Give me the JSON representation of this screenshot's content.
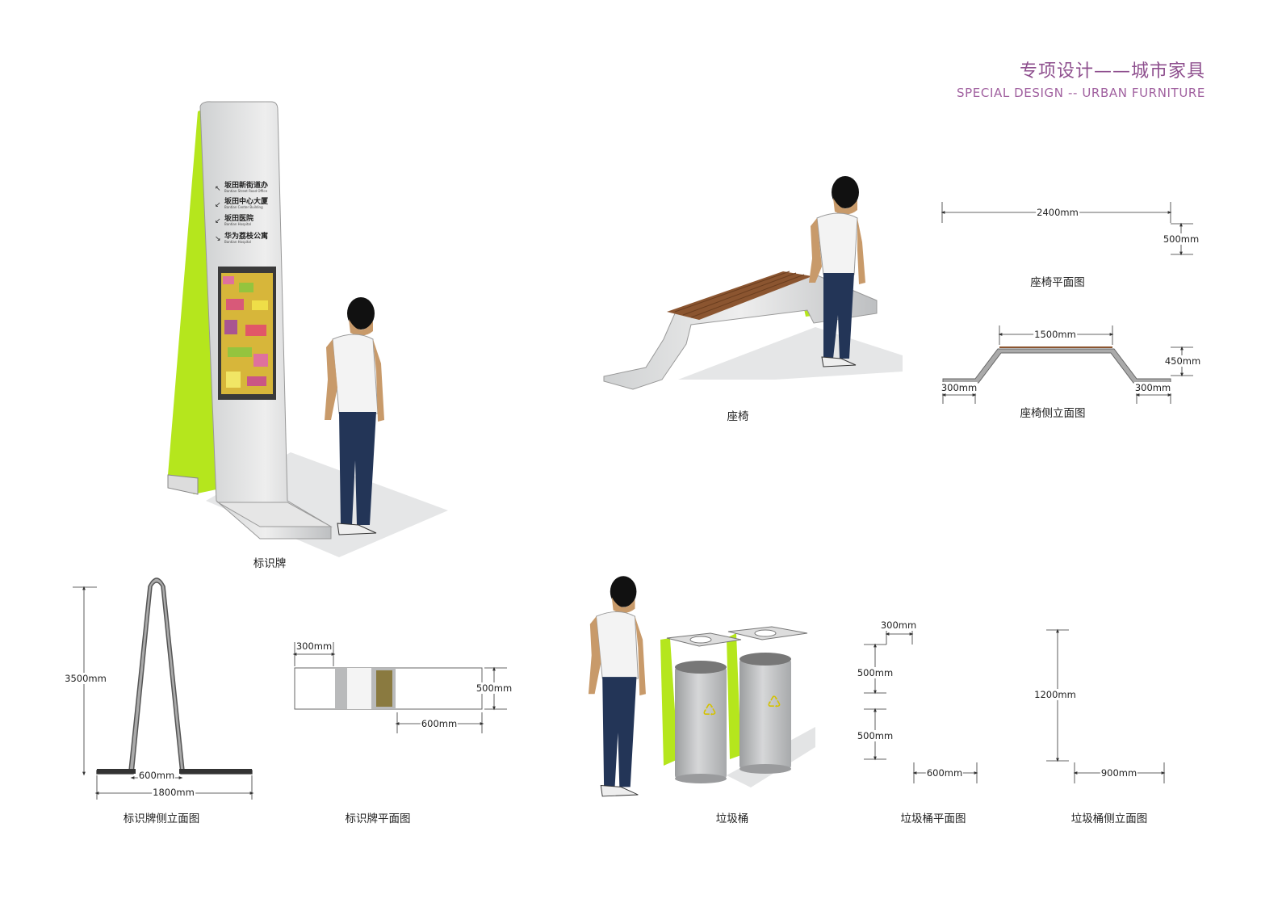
{
  "header": {
    "title_cn": "专项设计——城市家具",
    "title_en": "SPECIAL DESIGN -- URBAN FURNITURE"
  },
  "sign": {
    "caption": "标识牌",
    "panel_items": [
      {
        "cn": "坂田新街道办",
        "en": "Bantian Street Road Office"
      },
      {
        "cn": "坂田中心大厦",
        "en": "Bantian Center Building"
      },
      {
        "cn": "坂田医院",
        "en": "Bantian Hospital"
      },
      {
        "cn": "华为荔枝公寓",
        "en": "Bantian Hospital"
      }
    ]
  },
  "sign_side": {
    "caption": "标识牌侧立面图",
    "dims": {
      "height": "3500mm",
      "top_width": "600mm",
      "base_width": "1800mm"
    }
  },
  "sign_plan": {
    "caption": "标识牌平面图",
    "dims": {
      "edge": "300mm",
      "depth": "500mm",
      "length": "600mm"
    }
  },
  "bench": {
    "caption": "座椅"
  },
  "bench_plan": {
    "caption": "座椅平面图",
    "dims": {
      "length": "2400mm",
      "depth": "500mm"
    }
  },
  "bench_side": {
    "caption": "座椅侧立面图",
    "dims": {
      "seat": "1500mm",
      "height": "450mm",
      "left_foot": "300mm",
      "right_foot": "300mm"
    }
  },
  "bin": {
    "caption": "垃圾桶"
  },
  "bin_plan": {
    "caption": "垃圾桶平面图",
    "dims": {
      "top": "300mm",
      "upper": "500mm",
      "lower": "500mm",
      "width": "600mm"
    }
  },
  "bin_side": {
    "caption": "垃圾桶侧立面图",
    "dims": {
      "height": "1200mm",
      "width": "900mm"
    }
  },
  "colors": {
    "accent_green": "#b5e61d",
    "title_purple": "#8e4f8e",
    "wood": "#8b5530"
  }
}
